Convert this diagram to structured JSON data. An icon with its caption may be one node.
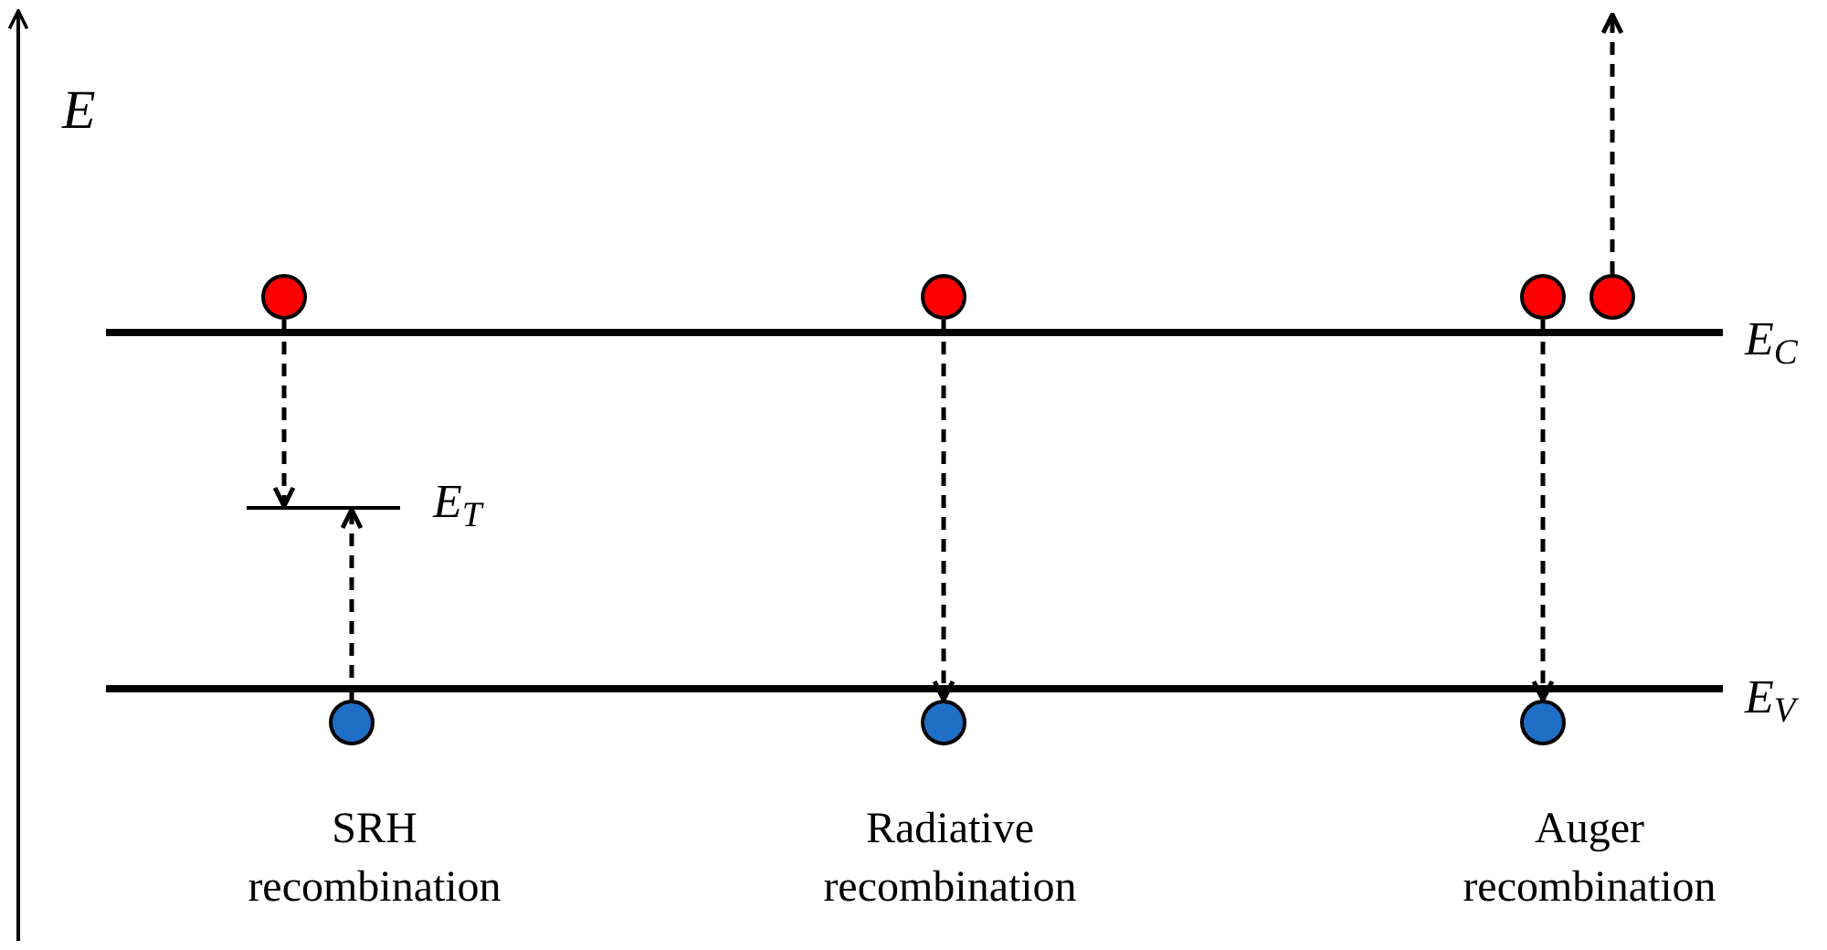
{
  "diagram": {
    "nodes": [
      {
        "text": [],
        "shape": "circle"
      },
      {
        "text": [],
        "shape": "bar",
        "beside": [
          "E$_{T}$"
        ]
      },
      {
        "text": [],
        "shape": "circle"
      },
      {
        "text": [],
        "shape": "circle"
      },
      {
        "text": [],
        "shape": "circle"
      },
      {
        "text": [],
        "shape": "circle"
      },
      {
        "text": [],
        "shape": "circle"
      },
      {
        "text": [],
        "shape": "circle"
      }
    ],
    "edges": [
      {
        "from": 0,
        "to": 1,
        "arrow": "to",
        "style": "dashed"
      },
      {
        "from": 2,
        "to": 1,
        "arrow": "to",
        "style": "dashed"
      },
      {
        "from": 3,
        "to": 4,
        "arrow": "to",
        "style": "dashed"
      },
      {
        "from": 5,
        "to": 7,
        "arrow": "to",
        "style": "dashed"
      },
      {
        "from": 6,
        "to": null,
        "arrow": "to",
        "style": "dashed"
      }
    ],
    "labels": [
      "E",
      "E$_{C}$",
      "E$_{V}$",
      "SRH recombination",
      "Radiative recombination",
      "Auger recombination"
    ]
  }
}
